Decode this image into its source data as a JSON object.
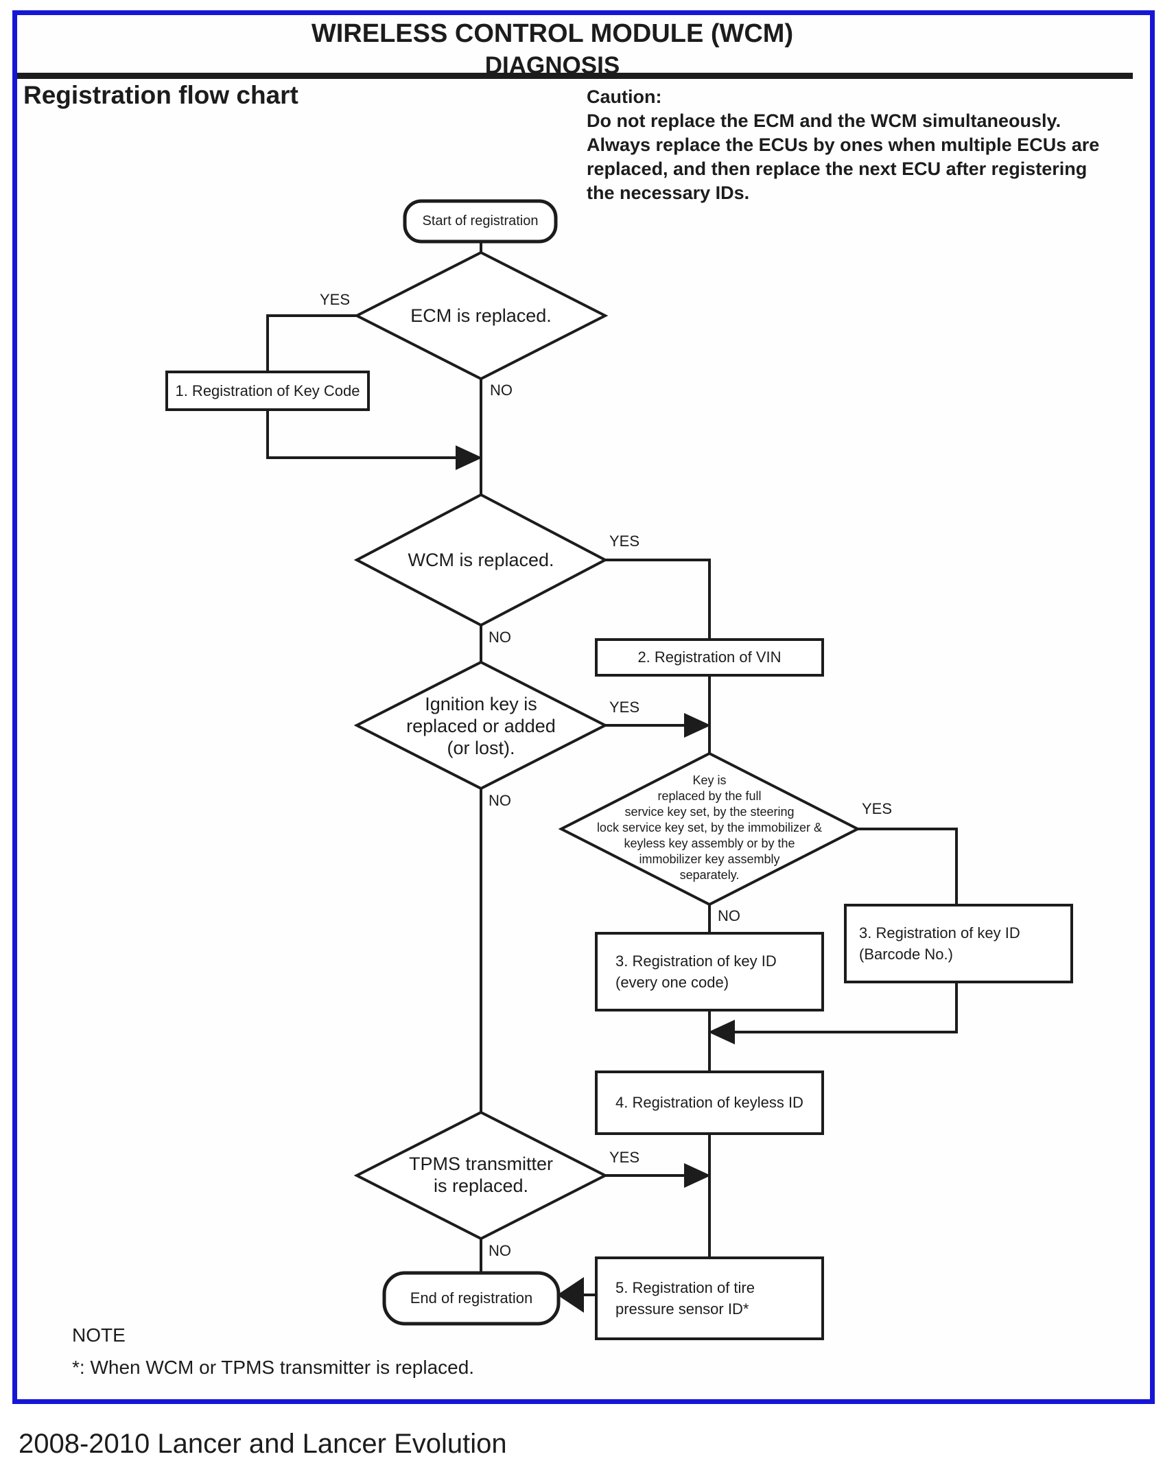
{
  "document": {
    "title_line1": "WIRELESS CONTROL MODULE (WCM)",
    "title_line2": "DIAGNOSIS",
    "section_heading": "Registration flow chart",
    "caution_label": "Caution:",
    "caution_lines": [
      "Do not replace the ECM and the WCM simultaneously.",
      "Always replace the ECUs by ones when multiple ECUs are",
      "replaced, and then replace the next ECU after registering",
      "the necessary IDs."
    ],
    "note_label": "NOTE",
    "note_text": "*: When WCM or TPMS transmitter is replaced.",
    "footer_caption": "2008-2010 Lancer and Lancer Evolution",
    "colors": {
      "frame_blue": "#1616d6",
      "ink": "#1c1c1c"
    }
  },
  "flowchart": {
    "labels": {
      "yes": "YES",
      "no": "NO"
    },
    "terminals": {
      "start": "Start of registration",
      "end": "End of registration"
    },
    "decisions": {
      "ecm": "ECM is replaced.",
      "wcm": "WCM is replaced.",
      "ignition_lines": [
        "Ignition key is",
        "replaced or added",
        "(or lost)."
      ],
      "key_replacement_lines": [
        "Key is",
        "replaced by the full",
        "service key set, by the steering",
        "lock service key set, by the immobilizer &",
        "keyless key assembly or by the",
        "immobilizer key assembly",
        "separately."
      ],
      "tpms_lines": [
        "TPMS transmitter",
        "is replaced."
      ]
    },
    "processes": {
      "step1": "1. Registration of Key Code",
      "step2": "2. Registration of VIN",
      "step3_every_lines": [
        "3. Registration of key ID",
        "(every one code)"
      ],
      "step3_barcode_lines": [
        "3. Registration of key ID",
        "(Barcode No.)"
      ],
      "step4": "4. Registration of keyless ID",
      "step5_lines": [
        "5. Registration of tire",
        "pressure sensor ID*"
      ]
    }
  }
}
